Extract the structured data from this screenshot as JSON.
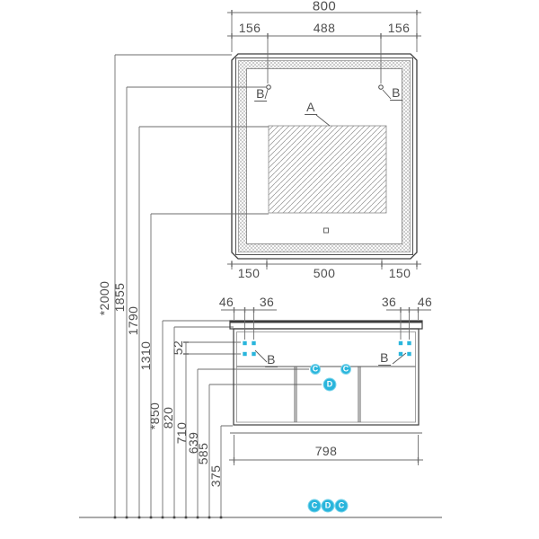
{
  "mirror": {
    "width_total": "800",
    "top_segments": [
      "156",
      "488",
      "156"
    ],
    "bottom_segments": [
      "150",
      "500",
      "150"
    ],
    "backlight_label": "A",
    "bracket_label_left": "B",
    "bracket_label_right": "B"
  },
  "wall_heights": {
    "mirror_dims": [
      "*2000",
      "1855",
      "1790",
      "1310"
    ],
    "cabinet_dims": [
      "*850",
      "820",
      "710",
      "639",
      "585",
      "375"
    ],
    "hole_spacing": "52"
  },
  "cabinet": {
    "width": "798",
    "hole_dims_left": [
      "46",
      "36"
    ],
    "hole_dims_right": [
      "36",
      "46"
    ],
    "bracket_label_left": "B",
    "bracket_label_right": "B",
    "hinge_labels": [
      "C",
      "C"
    ],
    "drain_label": "D"
  },
  "legend": {
    "markers": [
      "C",
      "D",
      "C"
    ]
  },
  "colors": {
    "accent": "#29b5dc",
    "object_line": "#3d3d3d",
    "dim_line": "#6e6e6e",
    "hatch": "#9a9a9a"
  }
}
